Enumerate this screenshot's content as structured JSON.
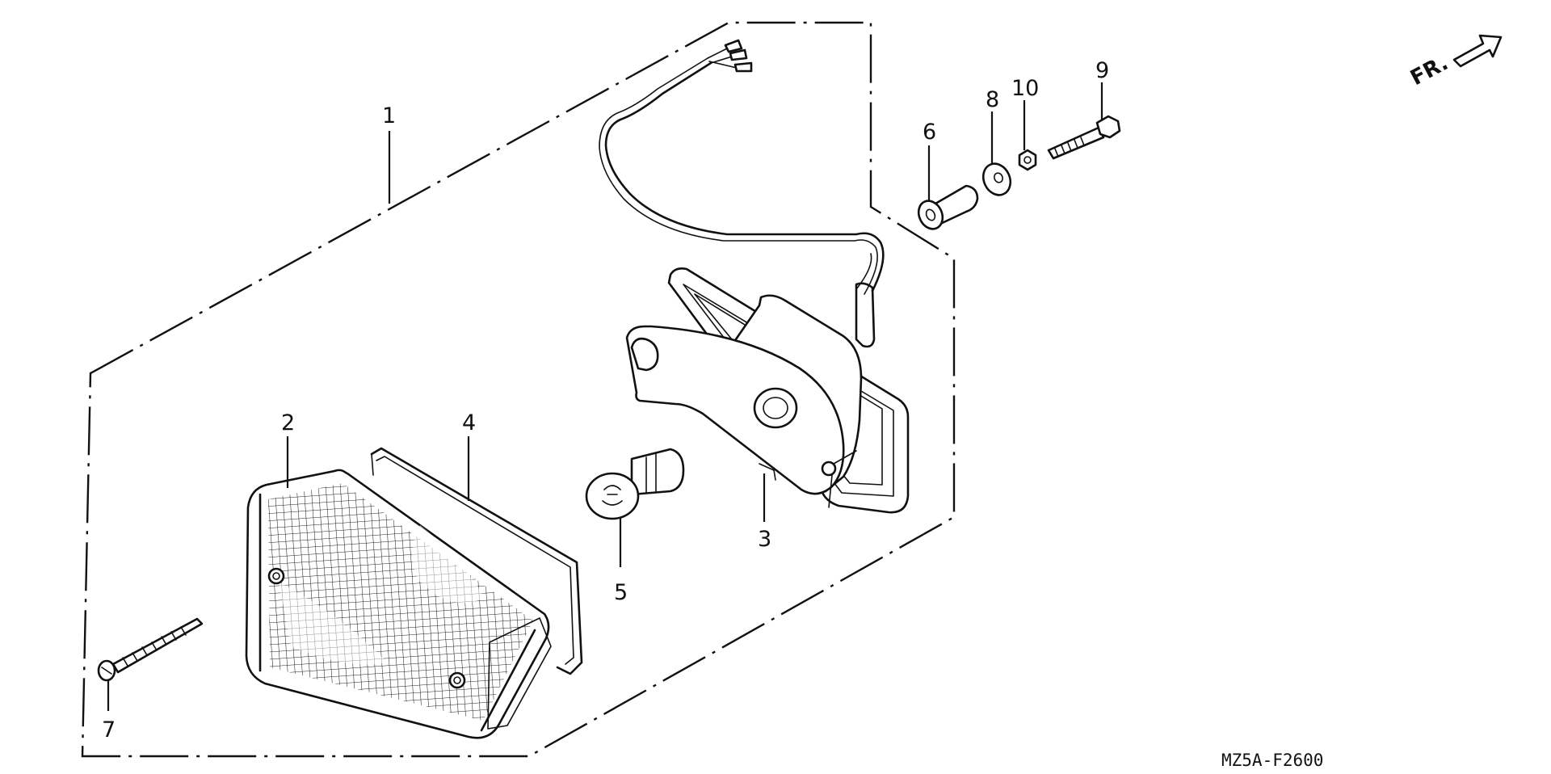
{
  "diagram_code": "MZ5A-F2600",
  "direction_label": "FR.",
  "callouts": [
    "1",
    "2",
    "3",
    "4",
    "5",
    "6",
    "7",
    "8",
    "9",
    "10"
  ]
}
